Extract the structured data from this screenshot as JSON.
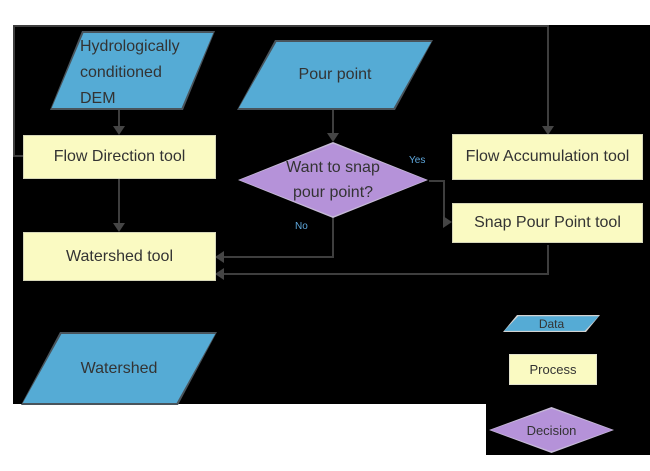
{
  "diagram": {
    "kind": "flowchart",
    "background": "#000000",
    "page_background": "#ffffff"
  },
  "colors": {
    "data_fill": "#55abd5",
    "process_fill": "#fafac2",
    "decision_fill": "#b592d9",
    "connector": "#3e3e3e",
    "text": "#333333",
    "edge_label": "#5fa8dd"
  },
  "nodes": {
    "dem": {
      "type": "data",
      "line1": "Hydrologically",
      "line2": "conditioned",
      "line3": "DEM"
    },
    "pour_point": {
      "type": "data",
      "label": "Pour point"
    },
    "flow_direction": {
      "type": "process",
      "label": "Flow Direction tool"
    },
    "flow_accumulation": {
      "type": "process",
      "label": "Flow Accumulation tool"
    },
    "snap_pour_point": {
      "type": "process",
      "label": "Snap Pour Point tool"
    },
    "decision": {
      "type": "decision",
      "line1": "Want to snap",
      "line2": "pour point?"
    },
    "watershed_tool": {
      "type": "process",
      "label": "Watershed tool"
    },
    "watershed": {
      "type": "data",
      "label": "Watershed"
    }
  },
  "edge_labels": {
    "yes": "Yes",
    "no": "No"
  },
  "legend": {
    "data": "Data",
    "process": "Process",
    "decision": "Decision"
  }
}
